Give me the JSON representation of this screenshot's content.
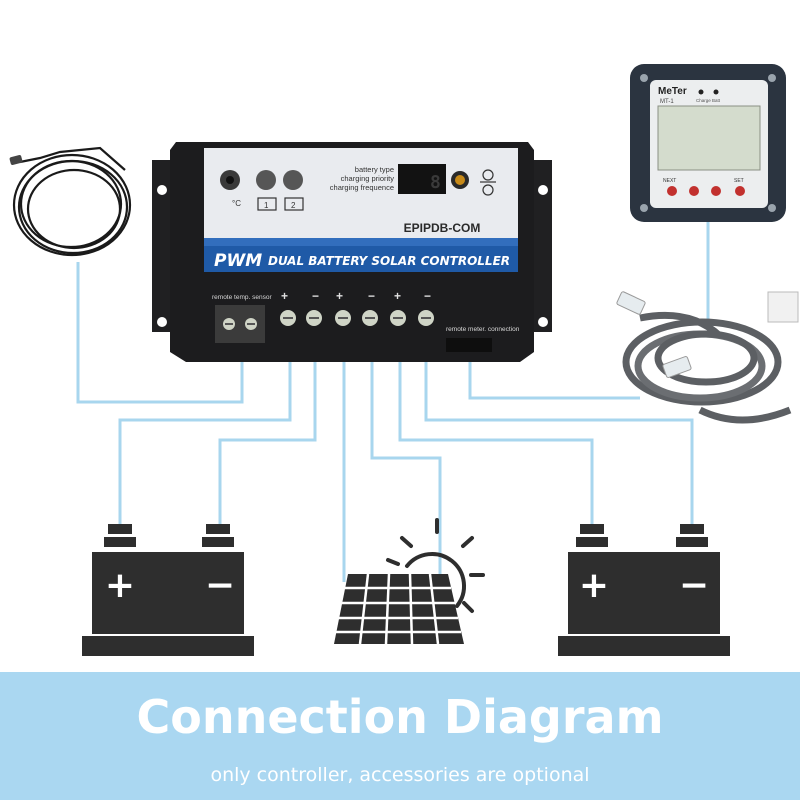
{
  "controller": {
    "model": "EPIPDB-COM",
    "product_line_prefix": "PWM",
    "product_line": "DUAL BATTERY SOLAR CONTROLLER",
    "indicator_lines": [
      "battery type",
      "charging priority",
      "charging frequence"
    ],
    "display_digit": "8",
    "sensor_label": "remote temp. sensor",
    "meter_port_label": "remote meter. connection",
    "sensor_symbol": "°C",
    "battery_one_mark": "1",
    "battery_two_mark": "2"
  },
  "meter": {
    "brand": "MeTer",
    "model": "MT-1",
    "indicator_labels": [
      "Charge",
      "Batt"
    ],
    "button_labels": [
      "NEXT",
      "SET"
    ]
  },
  "batteries": [
    {
      "positive": "+",
      "negative": "−"
    },
    {
      "positive": "+",
      "negative": "−"
    }
  ],
  "banner": {
    "title": "Connection Diagram",
    "subtitle": "only controller, accessories are optional"
  },
  "colors": {
    "wire": "#a8d6ee",
    "banner": "#aad7f1",
    "controller_body": "#1c1c1e",
    "faceplate": "#e9ebef",
    "brand_stripe": "#1f5aa7",
    "icon": "#2e2e2e"
  }
}
